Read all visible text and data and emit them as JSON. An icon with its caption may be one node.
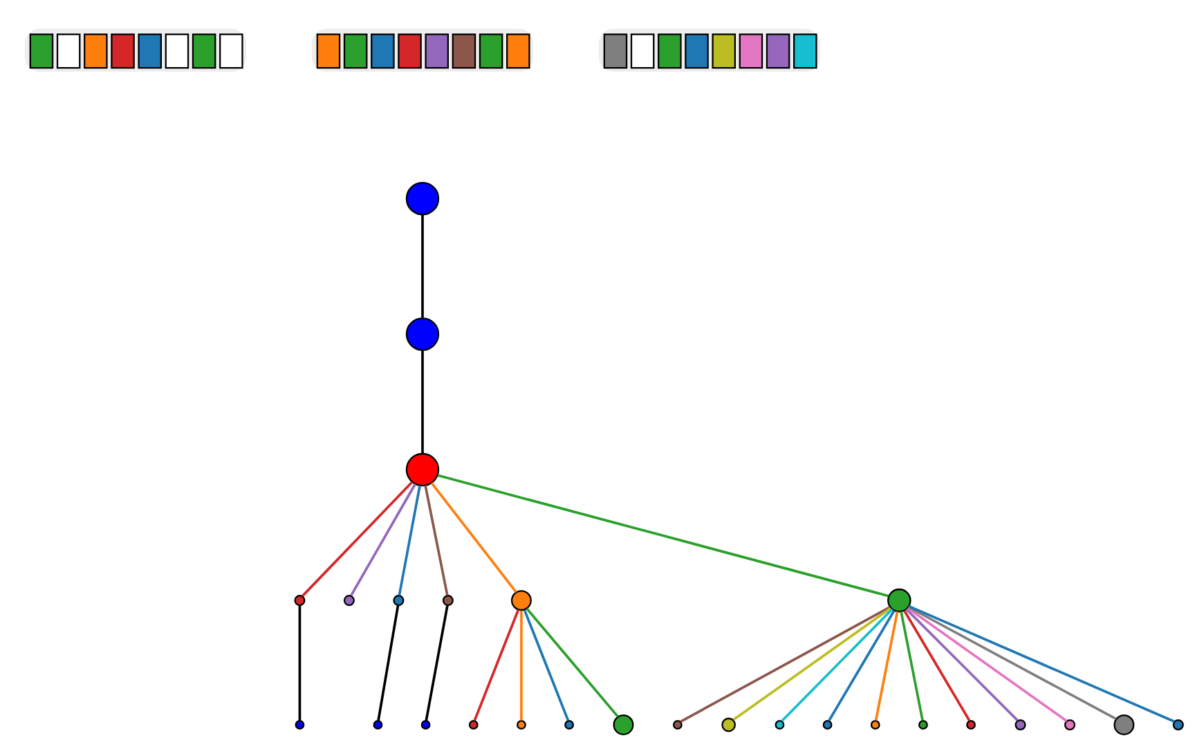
{
  "diagram": {
    "nodes": [
      {
        "text": [],
        "shape": "picture"
      },
      {
        "text": [],
        "shape": "picture"
      },
      {
        "text": [],
        "shape": "picture"
      },
      {
        "text": [],
        "shape": "circle"
      },
      {
        "text": [],
        "shape": "circle"
      },
      {
        "text": [],
        "shape": "circle"
      },
      {
        "text": [],
        "shape": "circle"
      },
      {
        "text": [],
        "shape": "circle"
      },
      {
        "text": [],
        "shape": "circle"
      },
      {
        "text": [],
        "shape": "circle"
      },
      {
        "text": [],
        "shape": "circle"
      },
      {
        "text": [],
        "shape": "circle"
      },
      {
        "text": [],
        "shape": "circle"
      },
      {
        "text": [],
        "shape": "circle"
      },
      {
        "text": [],
        "shape": "circle"
      },
      {
        "text": [],
        "shape": "circle"
      },
      {
        "text": [],
        "shape": "circle"
      },
      {
        "text": [],
        "shape": "circle"
      },
      {
        "text": [],
        "shape": "circle"
      },
      {
        "text": [],
        "shape": "circle"
      },
      {
        "text": [],
        "shape": "circle"
      },
      {
        "text": [],
        "shape": "circle"
      },
      {
        "text": [],
        "shape": "circle"
      },
      {
        "text": [],
        "shape": "circle"
      },
      {
        "text": [],
        "shape": "circle"
      },
      {
        "text": [],
        "shape": "circle"
      },
      {
        "text": [],
        "shape": "circle"
      },
      {
        "text": [],
        "shape": "circle"
      },
      {
        "text": [],
        "shape": "circle"
      },
      {
        "text": [],
        "shape": "circle"
      }
    ],
    "edges": [
      {
        "from": 3,
        "to": 4,
        "arrow": "none",
        "color": "#000000"
      },
      {
        "from": 4,
        "to": 5,
        "arrow": "none",
        "color": "#000000"
      },
      {
        "from": 5,
        "to": 6,
        "arrow": "none",
        "color": "#d62728"
      },
      {
        "from": 5,
        "to": 7,
        "arrow": "none",
        "color": "#9467bd"
      },
      {
        "from": 5,
        "to": 8,
        "arrow": "none",
        "color": "#1f77b4"
      },
      {
        "from": 5,
        "to": 9,
        "arrow": "none",
        "color": "#8c564b"
      },
      {
        "from": 5,
        "to": 10,
        "arrow": "none",
        "color": "#ff7f0e"
      },
      {
        "from": 5,
        "to": 11,
        "arrow": "none",
        "color": "#2ca02c"
      },
      {
        "from": 6,
        "to": 12,
        "arrow": "none",
        "color": "#000000"
      },
      {
        "from": 8,
        "to": 13,
        "arrow": "none",
        "color": "#000000"
      },
      {
        "from": 9,
        "to": 14,
        "arrow": "none",
        "color": "#000000"
      },
      {
        "from": 10,
        "to": 15,
        "arrow": "none",
        "color": "#d62728"
      },
      {
        "from": 10,
        "to": 16,
        "arrow": "none",
        "color": "#ff7f0e"
      },
      {
        "from": 10,
        "to": 17,
        "arrow": "none",
        "color": "#1f77b4"
      },
      {
        "from": 10,
        "to": 18,
        "arrow": "none",
        "color": "#2ca02c"
      },
      {
        "from": 11,
        "to": 19,
        "arrow": "none",
        "color": "#8c564b"
      },
      {
        "from": 11,
        "to": 20,
        "arrow": "none",
        "color": "#bcbd22"
      },
      {
        "from": 11,
        "to": 21,
        "arrow": "none",
        "color": "#17becf"
      },
      {
        "from": 11,
        "to": 22,
        "arrow": "none",
        "color": "#1f77b4"
      },
      {
        "from": 11,
        "to": 23,
        "arrow": "none",
        "color": "#ff7f0e"
      },
      {
        "from": 11,
        "to": 24,
        "arrow": "none",
        "color": "#2ca02c"
      },
      {
        "from": 11,
        "to": 25,
        "arrow": "none",
        "color": "#d62728"
      },
      {
        "from": 11,
        "to": 26,
        "arrow": "none",
        "color": "#9467bd"
      },
      {
        "from": 11,
        "to": 27,
        "arrow": "none",
        "color": "#e377c2"
      },
      {
        "from": 11,
        "to": 28,
        "arrow": "none",
        "color": "#7f7f7f"
      },
      {
        "from": 11,
        "to": 29,
        "arrow": "none",
        "color": "#1f77b4"
      }
    ]
  }
}
